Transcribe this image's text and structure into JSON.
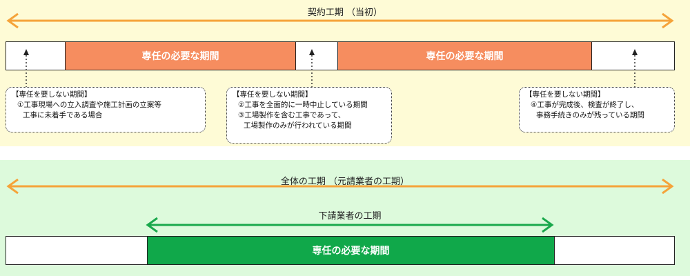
{
  "top": {
    "period_label": "契約工期 （当初）",
    "segments": [
      {
        "label": ""
      },
      {
        "label": "専任の必要な期間"
      },
      {
        "label": ""
      },
      {
        "label": "専任の必要な期間"
      },
      {
        "label": ""
      }
    ],
    "callouts": [
      {
        "lines": [
          "【専任を要しない期間】",
          "①工事現場への立入調査や施工計画の立案等",
          "工事に未着手である場合"
        ]
      },
      {
        "lines": [
          "【専任を要しない期間】",
          "②工事を全面的に一時中止している期間",
          "③工場製作を含む工事であって、",
          "工場製作のみが行われている期間"
        ]
      },
      {
        "lines": [
          "【専任を要しない期間】",
          "④工事が完成後、検査が終了し、",
          "事務手続きのみが残っている期間"
        ]
      }
    ]
  },
  "bottom": {
    "overall_label": "全体の工期 （元請業者の工期）",
    "sub_label": "下請業者の工期",
    "segments": [
      {
        "label": ""
      },
      {
        "label": "専任の必要な期間"
      },
      {
        "label": ""
      }
    ]
  },
  "colors": {
    "top_panel": "#fefbd6",
    "bottom_panel": "#ddfadc",
    "orange": "#f68d5f",
    "green": "#10a84a",
    "contract_arrow": "#f5a33a",
    "sub_arrow": "#1aa84c"
  }
}
